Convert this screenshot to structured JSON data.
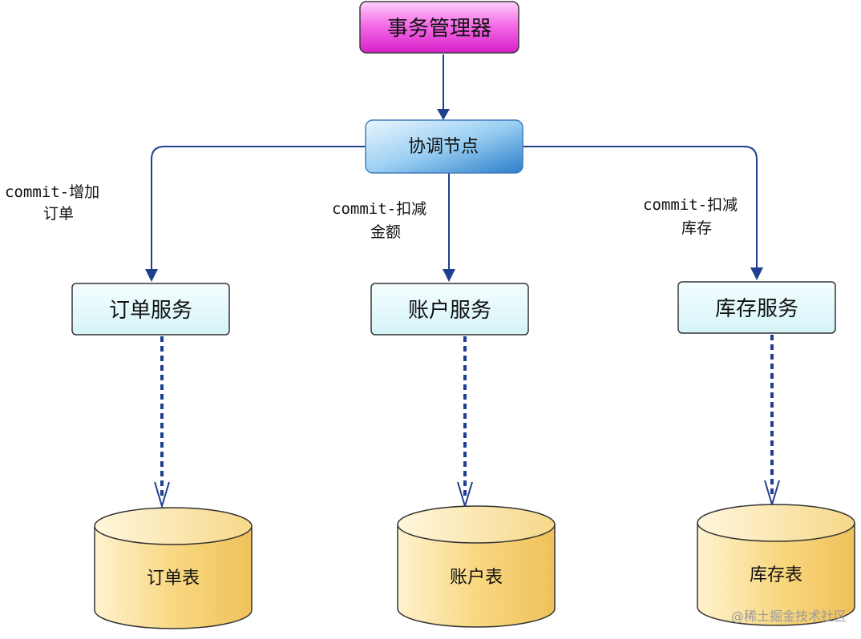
{
  "nodes": {
    "transaction_manager": "事务管理器",
    "coordinator": "协调节点",
    "order_service": "订单服务",
    "account_service": "账户服务",
    "inventory_service": "库存服务"
  },
  "tables": {
    "order_table": "订单表",
    "account_table": "账户表",
    "inventory_table": "库存表"
  },
  "edge_labels": {
    "order": [
      "commit-增加",
      "订单"
    ],
    "account": [
      "commit-扣减",
      "金额"
    ],
    "inventory": [
      "commit-扣减",
      "库存"
    ]
  },
  "watermark": "@稀土掘金技术社区",
  "colors": {
    "manager_fill": "#ee44dd",
    "coordinator_fill": "#8fc6ef",
    "service_fill": "#dff8fb",
    "table_fill": "#f4d27a",
    "edge": "#1f3f8f"
  }
}
